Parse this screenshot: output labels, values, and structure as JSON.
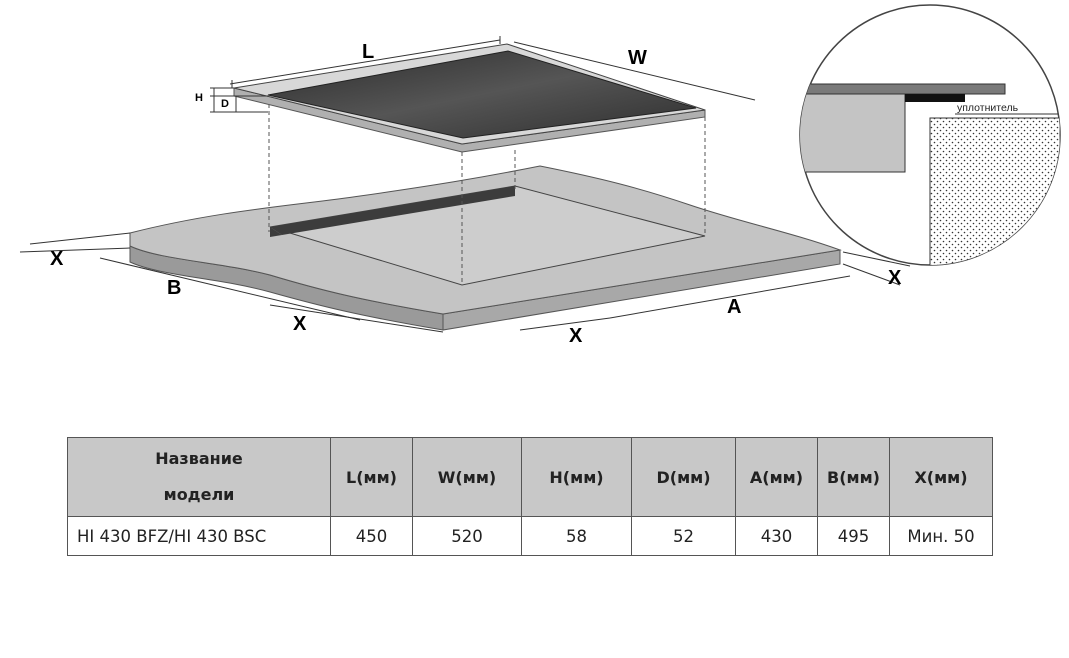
{
  "diagram": {
    "labels": {
      "L": "L",
      "W": "W",
      "H": "H",
      "D": "D",
      "A": "A",
      "B": "B",
      "X": "X",
      "seal": "уплотнитель"
    }
  },
  "table": {
    "headers": [
      "Название модели",
      "L(мм)",
      "W(мм)",
      "H(мм)",
      "D(мм)",
      "A(мм)",
      "B(мм)",
      "X(мм)"
    ],
    "header_first_line1": "Название",
    "header_first_line2": "модели",
    "rows": [
      [
        "HI 430 BFZ/HI 430 BSC",
        "450",
        "520",
        "58",
        "52",
        "430",
        "495",
        "Мин. 50"
      ]
    ]
  },
  "colors": {
    "hob_glass": "#3a3a3a",
    "countertop": "#c4c4c4",
    "table_header_bg": "#c8c8c8"
  }
}
